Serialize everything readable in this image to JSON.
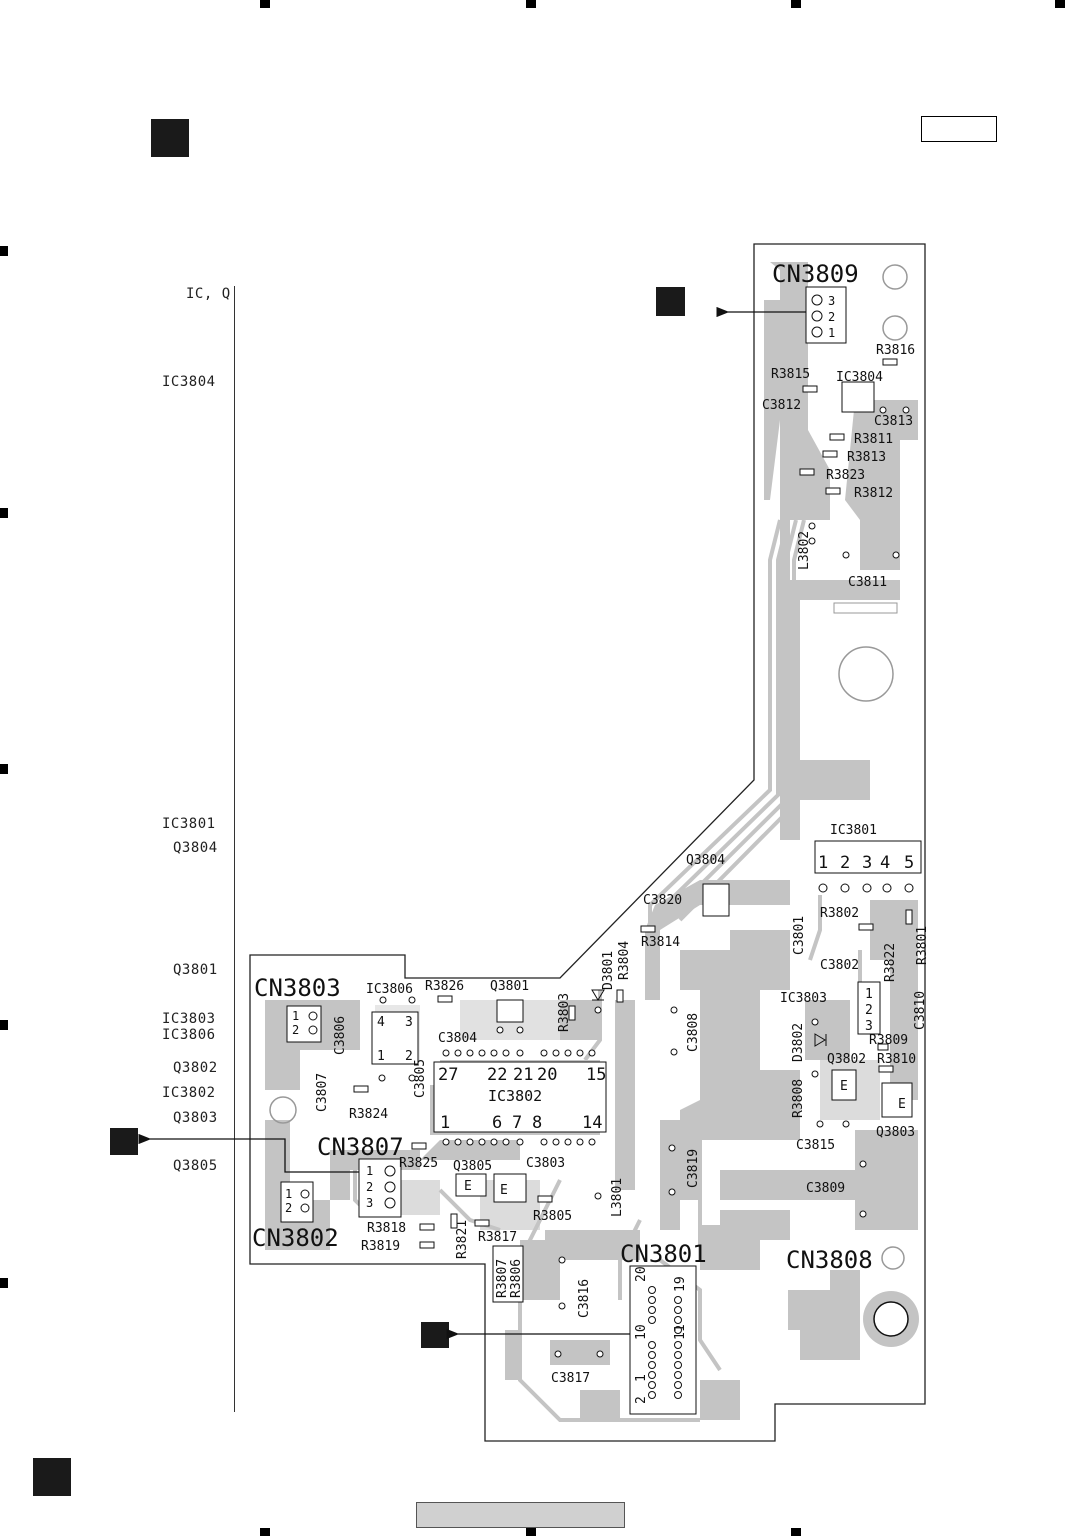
{
  "index_header": "IC, Q",
  "index_labels": [
    "IC3804",
    "IC3801",
    "Q3804",
    "Q3801",
    "IC3803",
    "IC3806",
    "Q3802",
    "IC3802",
    "Q3803",
    "Q3805"
  ],
  "connectors": {
    "cn3809": {
      "name": "CN3809",
      "pins": [
        "3",
        "2",
        "1"
      ]
    },
    "cn3803": {
      "name": "CN3803",
      "pins": [
        "1",
        "2"
      ]
    },
    "cn3807": {
      "name": "CN3807",
      "pins": [
        "1",
        "2",
        "3"
      ]
    },
    "cn3802": {
      "name": "CN3802",
      "pins": [
        "1",
        "2"
      ]
    },
    "cn3801": {
      "name": "CN3801",
      "pins": [
        "20",
        "19",
        "10",
        "11",
        "1",
        "2"
      ]
    },
    "cn3808": {
      "name": "CN3808"
    }
  },
  "ic3801_pins": [
    "1",
    "2",
    "3",
    "4",
    "5"
  ],
  "ic3802_pins": {
    "top": [
      "27",
      "22",
      "21",
      "20",
      "15"
    ],
    "bottom": [
      "1",
      "6",
      "7",
      "8",
      "14"
    ]
  },
  "part_labels": {
    "r3816": "R3816",
    "r3815": "R3815",
    "ic3804": "IC3804",
    "c3812": "C3812",
    "c3813": "C3813",
    "r3811": "R3811",
    "r3813": "R3813",
    "r3823": "R3823",
    "r3812": "R3812",
    "l3802": "L3802",
    "c3811": "C3811",
    "ic3801": "IC3801",
    "q3804": "Q3804",
    "c3820": "C3820",
    "r3814": "R3814",
    "d3801": "D3801",
    "r3804": "R3804",
    "c3801": "C3801",
    "r3802": "R3802",
    "c3802": "C3802",
    "r3822": "R3822",
    "r3801": "R3801",
    "c3810": "C3810",
    "ic3803": "IC3803",
    "d3802": "D3802",
    "r3809": "R3809",
    "q3802": "Q3802",
    "r3810": "R3810",
    "r3808": "R3808",
    "c3815": "C3815",
    "q3803": "Q3803",
    "c3808": "C3808",
    "c3819": "C3819",
    "c3809": "C3809",
    "ic3806": "IC3806",
    "r3826": "R3826",
    "q3801": "Q3801",
    "r3803": "R3803",
    "c3806": "C3806",
    "c3804": "C3804",
    "c3805": "C3805",
    "c3807": "C3807",
    "r3824": "R3824",
    "ic3802": "IC3802",
    "r3825": "R3825",
    "q3805": "Q3805",
    "c3803": "C3803",
    "r3805": "R3805",
    "l3801": "L3801",
    "r3818": "R3818",
    "r3819": "R3819",
    "r3821": "R3821",
    "r3817": "R3817",
    "r3807": "R3807",
    "r3806": "R3806",
    "c3816": "C3816",
    "c3817": "C3817"
  },
  "pin_markers": {
    "e1": "E",
    "e2": "E",
    "e3": "E",
    "e4": "E",
    "ic3806_pins": [
      "4",
      "3",
      "1",
      "2"
    ],
    "ic3803_pins": [
      "1",
      "2",
      "3"
    ]
  },
  "colors": {
    "copper": "#c4c4c4",
    "ink": "#111111"
  }
}
